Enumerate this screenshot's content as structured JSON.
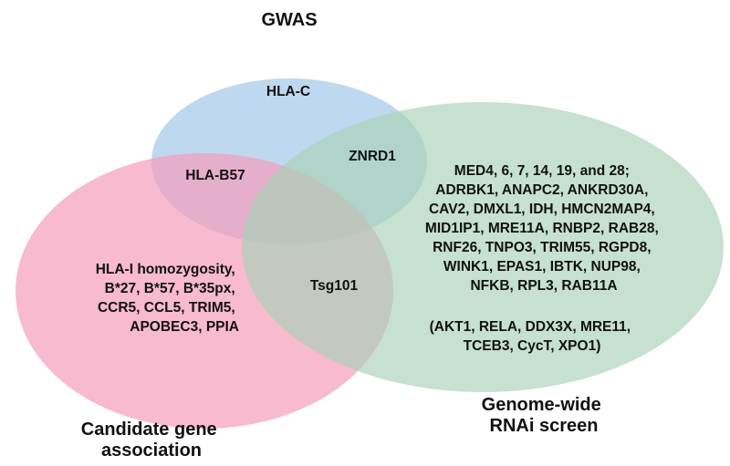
{
  "sets": {
    "gwas": {
      "title": "GWAS",
      "color": "#a8cbea"
    },
    "candidate": {
      "title_lines": [
        "Candidate gene",
        "association"
      ],
      "color": "#f49fbd"
    },
    "rnai": {
      "title_lines": [
        "Genome-wide",
        "RNAi screen"
      ],
      "color": "#a8d1b6"
    }
  },
  "regions": {
    "gwas_only": "HLA-C",
    "gwas_candidate": "HLA-B57",
    "gwas_rnai": "ZNRD1",
    "candidate_rnai": "Tsg101",
    "candidate_only": [
      "HLA-I homozygosity,",
      "B*27, B*57, B*35px,",
      "CCR5, CCL5, TRIM5,",
      "APOBEC3, PPIA"
    ],
    "rnai_only": [
      "MED4, 6, 7, 14, 19, and 28;",
      "ADRBK1, ANAPC2, ANKRD30A,",
      "CAV2, DMXL1, IDH, HMCN2MAP4,",
      "MID1IP1, MRE11A, RNBP2, RAB28,",
      "RNF26, TNPO3, TRIM55, RGPD8,",
      "WINK1, EPAS1, IBTK, NUP98,",
      "NFKB, RPL3, RAB11A"
    ],
    "rnai_only_extra": [
      "(AKT1, RELA, DDX3X, MRE11,",
      "TCEB3, CycT, XPO1)"
    ]
  }
}
